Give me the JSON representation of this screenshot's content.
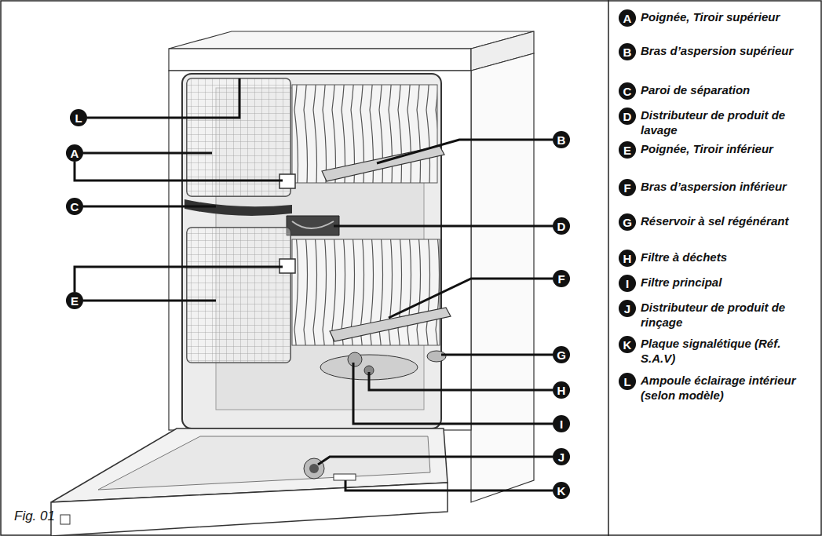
{
  "diagram": {
    "caption": "Fig. 01",
    "nodes": [
      {
        "text": [
          "A"
        ]
      },
      {
        "text": [
          "B"
        ]
      },
      {
        "text": [
          "C"
        ]
      },
      {
        "text": [
          "D"
        ]
      },
      {
        "text": [
          "E"
        ]
      },
      {
        "text": [
          "F"
        ]
      },
      {
        "text": [
          "G"
        ]
      },
      {
        "text": [
          "H"
        ]
      },
      {
        "text": [
          "I"
        ]
      },
      {
        "text": [
          "J"
        ]
      },
      {
        "text": [
          "K"
        ]
      },
      {
        "text": [
          "L"
        ]
      },
      {
        "text": [
          "A",
          "Poignée, Tiroir supérieur"
        ]
      },
      {
        "text": [
          "B",
          "Bras d’aspersion supérieur"
        ]
      },
      {
        "text": [
          "C",
          "Paroi de séparation"
        ]
      },
      {
        "text": [
          "D",
          "Distributeur de produit de lavage"
        ]
      },
      {
        "text": [
          "E",
          "Poignée, Tiroir inférieur"
        ]
      },
      {
        "text": [
          "F",
          "Bras d’aspersion inférieur"
        ]
      },
      {
        "text": [
          "G",
          "Réservoir à sel régénérant"
        ]
      },
      {
        "text": [
          "H",
          "Filtre à déchets"
        ]
      },
      {
        "text": [
          "I",
          "Filtre principal"
        ]
      },
      {
        "text": [
          "J",
          "Distributeur de produit de rinçage"
        ]
      },
      {
        "text": [
          "K",
          "Plaque signalétique (Réf. S.A.V)"
        ]
      },
      {
        "text": [
          "L",
          "Ampoule éclairage intérieur (selon modèle)"
        ]
      }
    ]
  }
}
